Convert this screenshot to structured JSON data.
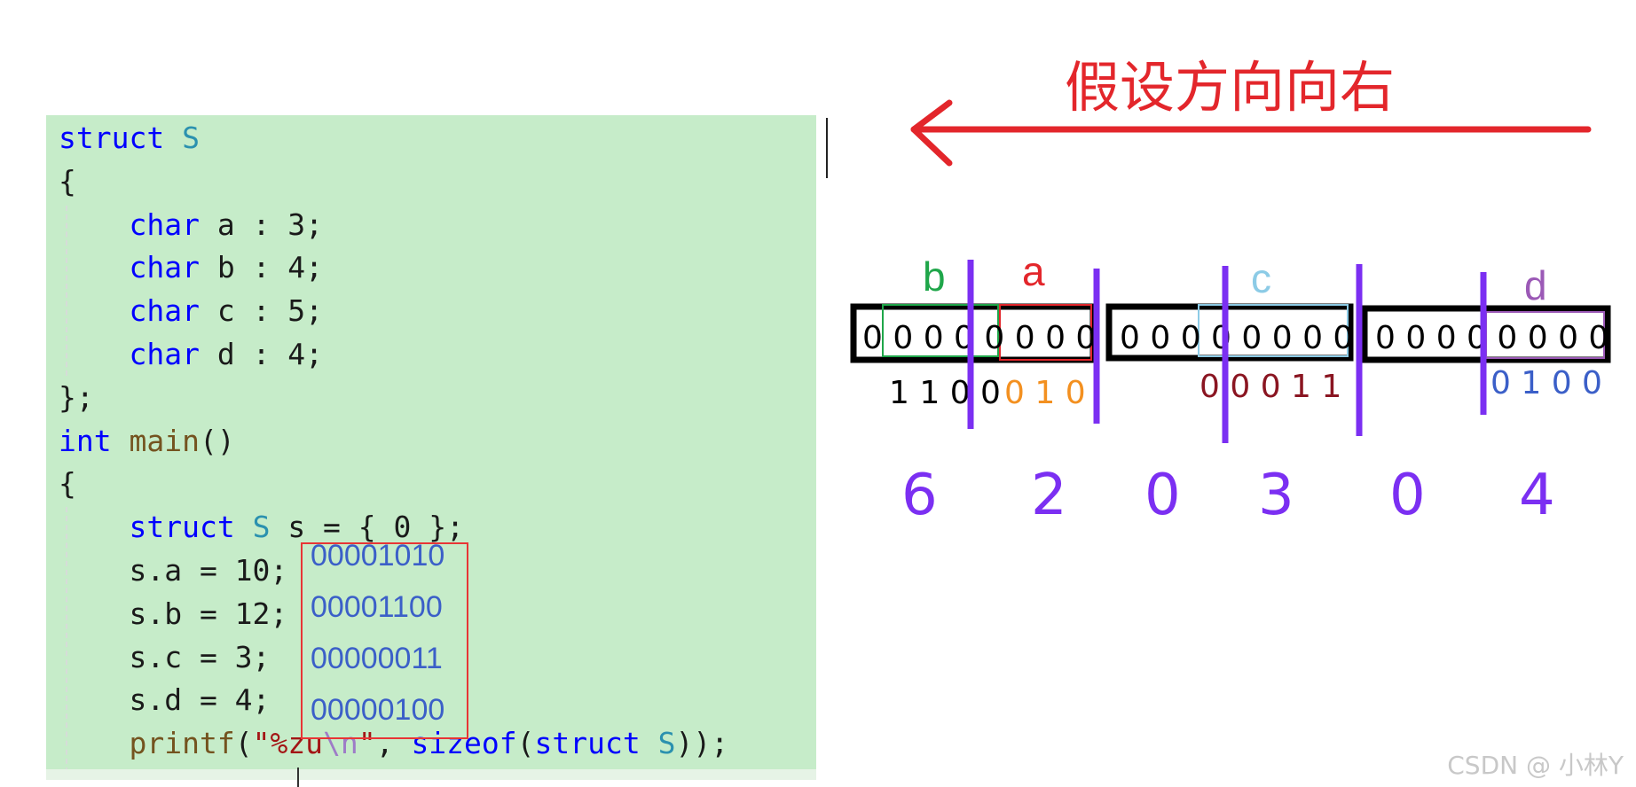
{
  "code": {
    "lines": [
      [
        {
          "t": "struct ",
          "c": "kw"
        },
        {
          "t": "S",
          "c": "ty"
        }
      ],
      [
        {
          "t": "{",
          "c": ""
        }
      ],
      [
        {
          "t": "    ",
          "c": ""
        },
        {
          "t": "char",
          "c": "kw"
        },
        {
          "t": " a : 3;",
          "c": ""
        }
      ],
      [
        {
          "t": "    ",
          "c": ""
        },
        {
          "t": "char",
          "c": "kw"
        },
        {
          "t": " b : 4;",
          "c": ""
        }
      ],
      [
        {
          "t": "    ",
          "c": ""
        },
        {
          "t": "char",
          "c": "kw"
        },
        {
          "t": " c : 5;",
          "c": ""
        }
      ],
      [
        {
          "t": "    ",
          "c": ""
        },
        {
          "t": "char",
          "c": "kw"
        },
        {
          "t": " d : 4;",
          "c": ""
        }
      ],
      [
        {
          "t": "};",
          "c": ""
        }
      ],
      [
        {
          "t": "int",
          "c": "kw"
        },
        {
          "t": " ",
          "c": ""
        },
        {
          "t": "main",
          "c": "fn"
        },
        {
          "t": "()",
          "c": ""
        }
      ],
      [
        {
          "t": "{",
          "c": ""
        }
      ],
      [
        {
          "t": "    ",
          "c": ""
        },
        {
          "t": "struct",
          "c": "kw"
        },
        {
          "t": " ",
          "c": ""
        },
        {
          "t": "S",
          "c": "ty"
        },
        {
          "t": " s = { 0 };",
          "c": ""
        }
      ],
      [
        {
          "t": "    s.a = 10;",
          "c": ""
        }
      ],
      [
        {
          "t": "    s.b = 12;",
          "c": ""
        }
      ],
      [
        {
          "t": "    s.c = 3;",
          "c": ""
        }
      ],
      [
        {
          "t": "    s.d = 4;",
          "c": ""
        }
      ],
      [
        {
          "t": "    ",
          "c": ""
        },
        {
          "t": "printf",
          "c": "fn"
        },
        {
          "t": "(",
          "c": ""
        },
        {
          "t": "\"%zu",
          "c": "str"
        },
        {
          "t": "\\n",
          "c": "esc"
        },
        {
          "t": "\"",
          "c": "str"
        },
        {
          "t": ", ",
          "c": ""
        },
        {
          "t": "sizeof",
          "c": "kw"
        },
        {
          "t": "(",
          "c": ""
        },
        {
          "t": "struct",
          "c": "kw"
        },
        {
          "t": " ",
          "c": ""
        },
        {
          "t": "S",
          "c": "ty"
        },
        {
          "t": "));",
          "c": ""
        }
      ]
    ]
  },
  "binary_values": [
    "00001010",
    "00001100",
    "00000011",
    "00000100"
  ],
  "arrow_label": "假设方向向右",
  "field_labels": [
    "b",
    "a",
    "c",
    "d"
  ],
  "byte_bits": [
    "0 0 0 0 0 0 0 0",
    "0 0 0 0 0 0 0 0",
    "0 0 0 0 0 0 0 0"
  ],
  "stored_bits": [
    "1 1 0 0",
    "0 1 0",
    "0 0 0 1 1",
    "0 1 0 0"
  ],
  "hex_digits": [
    "6",
    "2",
    "0",
    "3",
    "0",
    "4"
  ],
  "colors": {
    "red": "#e3262b",
    "purple": "#7b2ff2",
    "b_green": "#1fa64a",
    "c_lightblue": "#8ccbe6",
    "d_purple": "#9b59b6",
    "a_orange": "#f39020",
    "c_bits_darkred": "#8a1521",
    "d_bits_blue": "#3b5fc8"
  },
  "watermark": "CSDN @ 小林Y"
}
